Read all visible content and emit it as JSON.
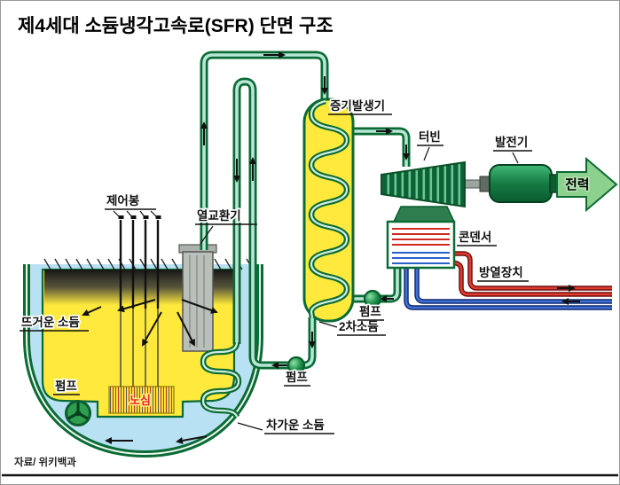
{
  "title": "제4세대 소듐냉각고속로(SFR) 단면 구조",
  "source_credit": "자료/ 위키백과",
  "labels": {
    "control_rods": "제어봉",
    "heat_exchanger": "열교환기",
    "steam_generator": "증기발생기",
    "turbine": "터빈",
    "generator": "발전기",
    "power_output": "전력",
    "condenser": "콘덴서",
    "radiator": "방열장치",
    "hot_sodium": "뜨거운 소듐",
    "cold_sodium": "차가운 소듐",
    "secondary_sodium": "2차소듐",
    "reactor_core": "노심",
    "pump_primary": "펌프",
    "pump_secondary": "펌프",
    "pump_feedwater": "펌프"
  },
  "colors": {
    "pipe_outline_green": "#0a6b34",
    "pipe_fill_teal": "#b7e6d6",
    "sodium_yellow": "#ffe93d",
    "cold_sodium_blue": "#b9e1f4",
    "core_label_red": "#e8262a",
    "hot_water_red": "#e23b2d",
    "cold_water_blue": "#3f71d8",
    "power_arrow_green": "#8ed08e"
  }
}
